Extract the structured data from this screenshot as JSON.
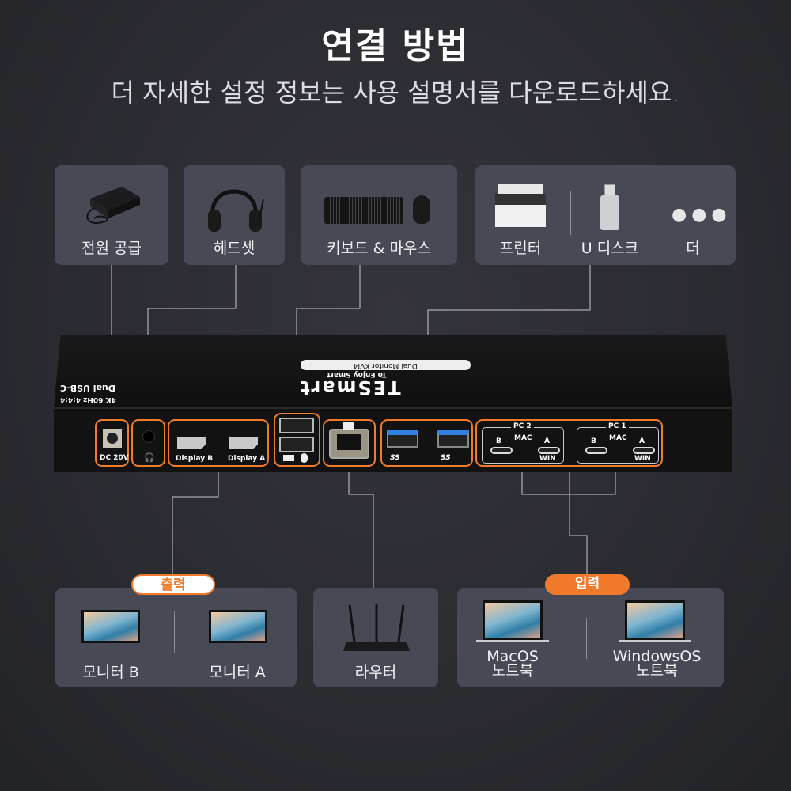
{
  "header": {
    "title": "연결 방법",
    "subtitle": "더 자세한 설정 정보는 사용 설명서를 다운로드하세요."
  },
  "peripherals": {
    "power": "전원 공급",
    "headset": "헤드셋",
    "keyboard_mouse": "키보드 & 마우스",
    "printer": "프린터",
    "udisk": "U 디스크",
    "more": "더"
  },
  "device": {
    "brand": "TESmart",
    "slogan": "To Enjoy Smart",
    "model": "Dual Monitor KVM",
    "type": "Dual USB-C",
    "spec": "4K 60Hz 4:4:4",
    "ports": {
      "dc": "DC 20V",
      "display_b": "Display B",
      "display_a": "Display A",
      "usb3_1": "SS",
      "usb3_2": "SS",
      "pc2": "PC 2",
      "pc1": "PC 1",
      "mac": "MAC",
      "b": "B",
      "a": "A",
      "win": "WIN"
    }
  },
  "outputs": {
    "badge": "출력",
    "monitor_b": "모니터 B",
    "monitor_a": "모니터 A"
  },
  "router": {
    "label": "라우터"
  },
  "inputs": {
    "badge": "입력",
    "mac_laptop": "MacOS",
    "mac_laptop_sub": "노트북",
    "win_laptop": "WindowsOS",
    "win_laptop_sub": "노트북"
  },
  "colors": {
    "accent": "#f07a2a",
    "card": "#474a55",
    "background": "#2a2b30"
  }
}
